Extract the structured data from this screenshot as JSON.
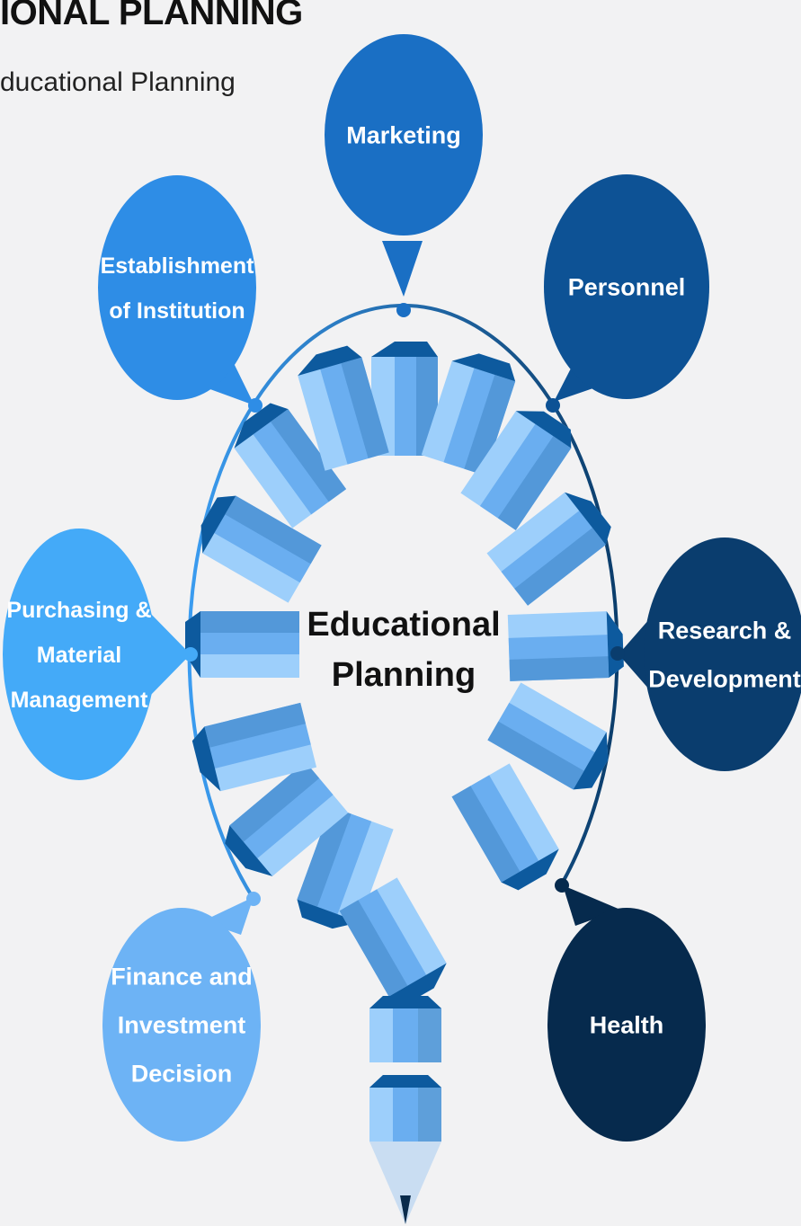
{
  "header": {
    "title": "IONAL PLANNING",
    "subtitle": "ducational Planning"
  },
  "center": {
    "lines": [
      "Educational",
      "Planning"
    ]
  },
  "topics": [
    {
      "id": "marketing",
      "lines": [
        "Marketing"
      ],
      "color": "#1a6fc4"
    },
    {
      "id": "personnel",
      "lines": [
        "Personnel"
      ],
      "color": "#0d5295"
    },
    {
      "id": "research-development",
      "lines": [
        "Research &",
        "Development"
      ],
      "color": "#0a3d6e"
    },
    {
      "id": "health",
      "lines": [
        "Health"
      ],
      "color": "#062a4d"
    },
    {
      "id": "finance-investment",
      "lines": [
        "Finance and",
        "Investment",
        "Decision"
      ],
      "color": "#6db3f5"
    },
    {
      "id": "purchasing-material",
      "lines": [
        "Purchasing &",
        "Material",
        "Management"
      ],
      "color": "#44aaf8"
    },
    {
      "id": "establishment-institution",
      "lines": [
        "Establishment",
        "of Institution"
      ],
      "color": "#2e8de6"
    }
  ],
  "colors": {
    "background": "#f2f2f3",
    "arc_left": "#3b9cf0",
    "arc_right": "#0b3d6b",
    "segment_light": "#9dcffb",
    "segment_mid": "#6aaef0",
    "segment_dark": "#0d5a9e",
    "pencil_tip": "#0a2b4c"
  }
}
